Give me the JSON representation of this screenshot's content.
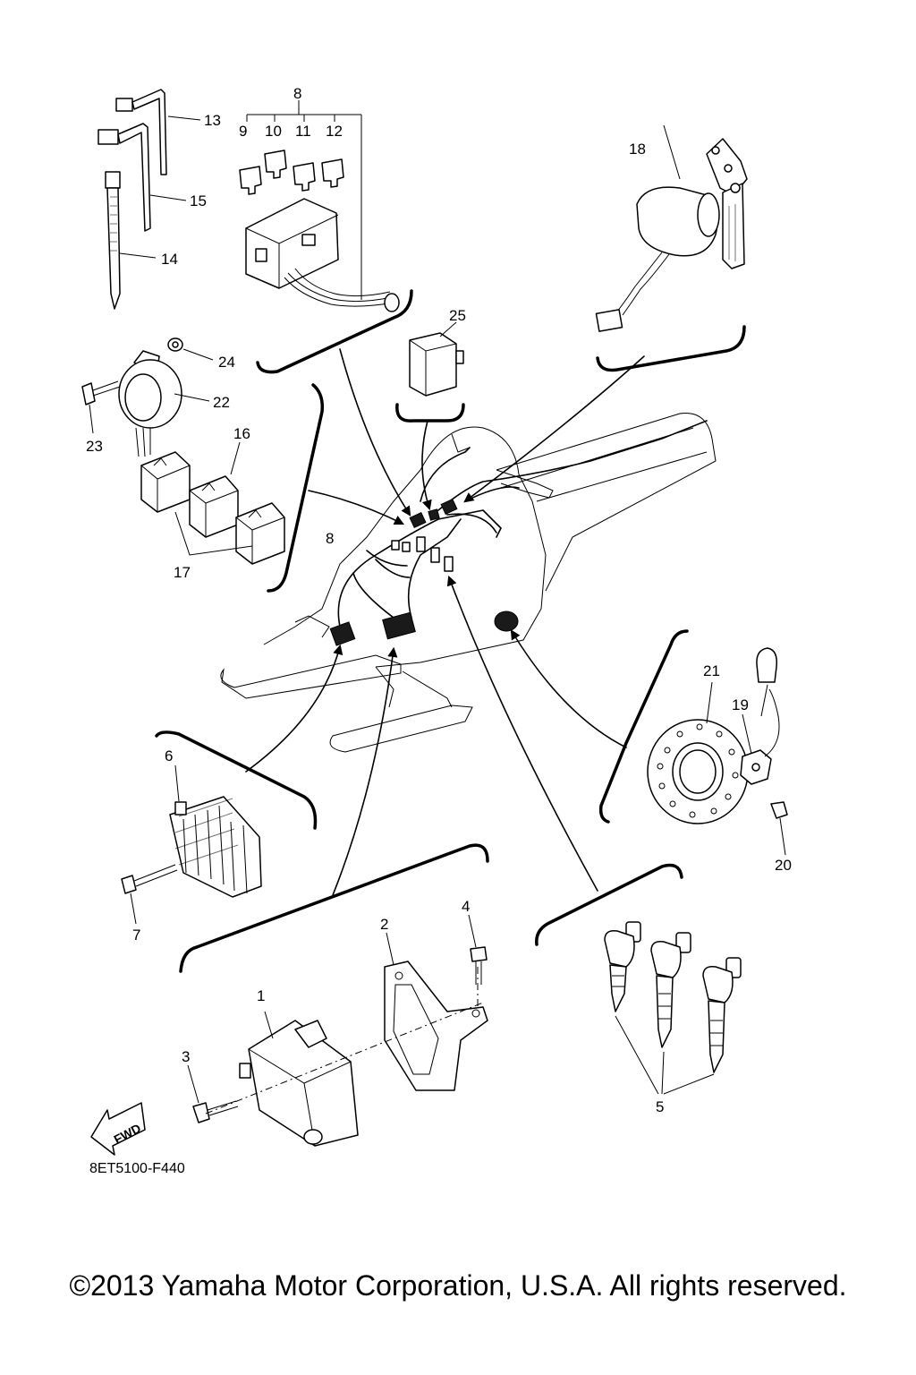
{
  "diagram": {
    "callouts": [
      "1",
      "2",
      "3",
      "4",
      "5",
      "6",
      "7",
      "8",
      "8",
      "9",
      "10",
      "11",
      "12",
      "13",
      "14",
      "15",
      "16",
      "17",
      "18",
      "19",
      "20",
      "21",
      "22",
      "23",
      "24",
      "25"
    ],
    "fwd_label": "FWD",
    "figure_code": "8ET5100-F440"
  },
  "footer": {
    "copyright": "©2013 Yamaha Motor Corporation, U.S.A. All rights reserved."
  }
}
